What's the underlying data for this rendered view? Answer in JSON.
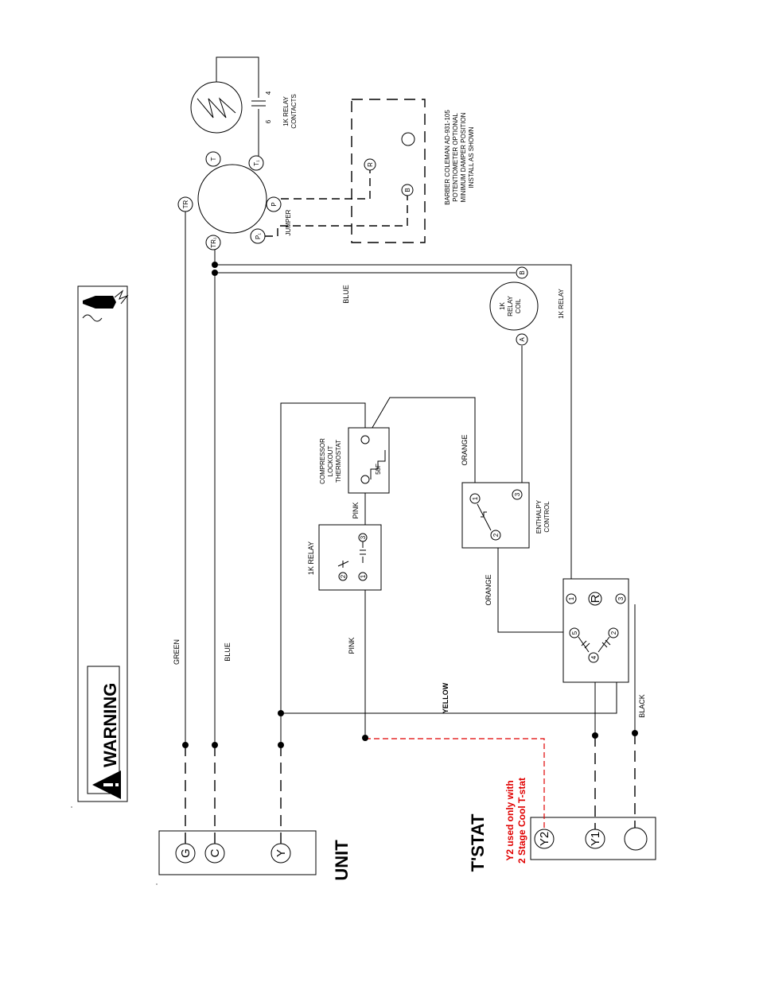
{
  "warning": {
    "title": "WARNING"
  },
  "unit": {
    "label": "UNIT",
    "terminals": {
      "g": "G",
      "c": "C",
      "y": "Y"
    }
  },
  "tstat": {
    "label": "T'STAT",
    "terminals": {
      "y2": "Y2",
      "y1": "Y1"
    },
    "note_line1": "Y2 used only with",
    "note_line2": "2 Stage Cool T-stat"
  },
  "wires": {
    "green": "GREEN",
    "blue_left": "BLUE",
    "blue_top": "BLUE",
    "pink_left": "PINK",
    "pink_upper": "PINK",
    "yellow": "YELLOW",
    "black": "BLACK",
    "orange_upper": "ORANGE",
    "orange_lower": "ORANGE",
    "jumper": "JUMPER"
  },
  "relay_1k": {
    "label": "1K RELAY",
    "t1": "1",
    "t2": "2",
    "t3": "3"
  },
  "compressor_lockout": {
    "line1": "COMPRESSOR",
    "line2": "LOCKOUT",
    "line3": "THERMOSTAT",
    "setpoint": "50F"
  },
  "enthalpy": {
    "line1": "ENTHALPY",
    "line2": "CONTROL",
    "t1": "1",
    "t2": "2",
    "t3": "3"
  },
  "relay_coil": {
    "line1": "1K",
    "line2": "RELAY",
    "line3": "COIL",
    "a": "A",
    "b": "B",
    "wire_label": "1K RELAY"
  },
  "relay_contacts": {
    "line1": "1K RELAY",
    "line2": "CONTACTS",
    "n4": "4",
    "n6": "6"
  },
  "actuator": {
    "tr": "TR",
    "tr1": "TR₁",
    "t": "T",
    "t1": "T₁",
    "p": "P",
    "p1": "P₁"
  },
  "potentiometer": {
    "line1": "BARBER COLEMAN AD-931-105",
    "line2": "POTENTIOMETER OPTIONAL",
    "line3": "MINIMUM DAMPER POSITION",
    "line4": "INSTALL AS SHOWN",
    "r": "R",
    "b": "B"
  },
  "switch_block": {
    "t1": "1",
    "r": "R",
    "t3": "3",
    "t5": "5",
    "t4": "4",
    "t2": "2"
  }
}
